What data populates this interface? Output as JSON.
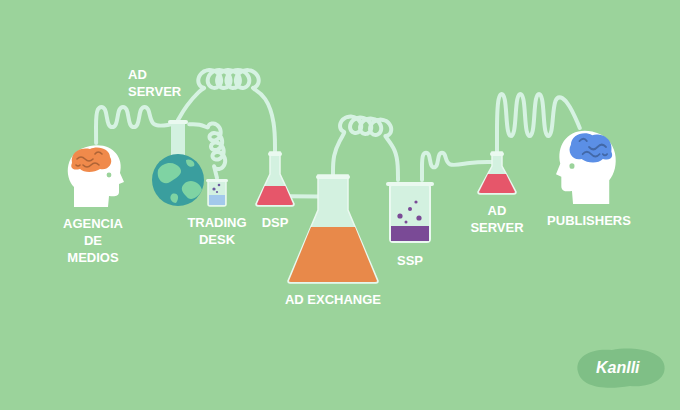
{
  "diagram": {
    "nodes": [
      {
        "text": [
          "AGENCIA DE MEDIOS"
        ]
      },
      {
        "text": [
          "AD SERVER"
        ]
      },
      {
        "text": [
          "TRADING DESK"
        ]
      },
      {
        "text": [
          "DSP"
        ]
      },
      {
        "text": [
          "AD EXCHANGE"
        ]
      },
      {
        "text": [
          "SSP"
        ]
      },
      {
        "text": [
          "AD SERVER"
        ]
      },
      {
        "text": [
          "PUBLISHERS"
        ]
      }
    ],
    "edges": [
      {
        "from": 0,
        "to": 1,
        "arrow": "none"
      },
      {
        "from": 1,
        "to": 2,
        "arrow": "none"
      },
      {
        "from": 1,
        "to": 3,
        "arrow": "none"
      },
      {
        "from": 3,
        "to": 4,
        "arrow": "none"
      },
      {
        "from": 4,
        "to": 5,
        "arrow": "none"
      },
      {
        "from": 5,
        "to": 6,
        "arrow": "none"
      },
      {
        "from": 6,
        "to": 7,
        "arrow": "none"
      }
    ],
    "labels": [
      "Kanlli"
    ]
  }
}
